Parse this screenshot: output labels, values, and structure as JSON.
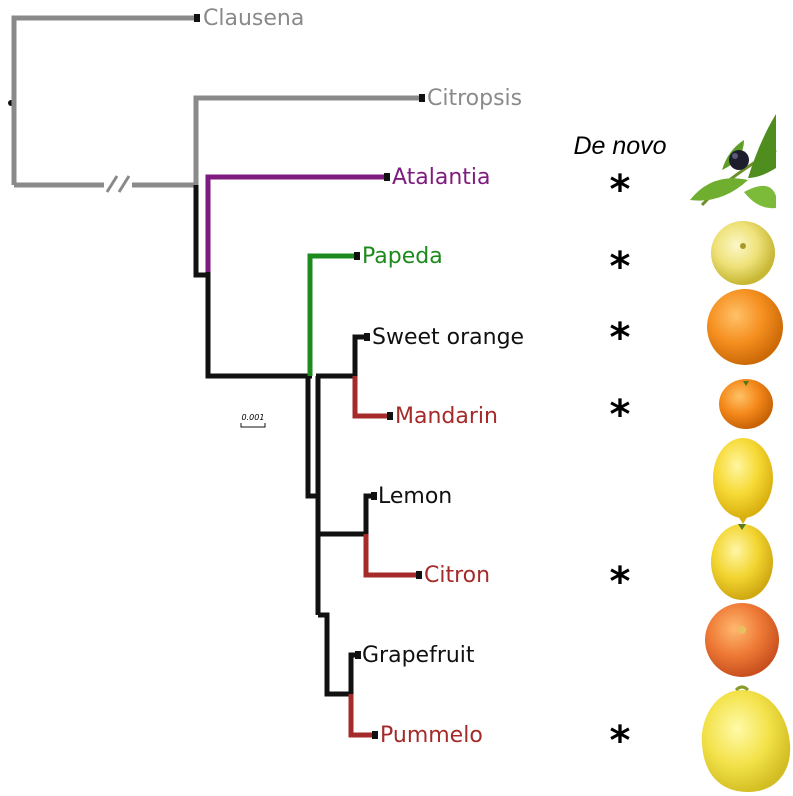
{
  "column_title": "De novo",
  "scale_label": "0.001",
  "colors": {
    "outgroup": "#8a8a8a",
    "atalantia": "#7e1b7e",
    "papeda": "#1c8a1c",
    "ingroup": "#111111",
    "progenitor": "#a52a2a",
    "marker": "#111111"
  },
  "taxa": [
    {
      "label": "Clausena",
      "color": "#8a8a8a",
      "de_novo": false,
      "image": "clausena-photo"
    },
    {
      "label": "Citropsis",
      "color": "#8a8a8a",
      "de_novo": false,
      "image": ""
    },
    {
      "label": "Atalantia",
      "color": "#7e1b7e",
      "de_novo": true,
      "image": "atalantia-photo"
    },
    {
      "label": "Papeda",
      "color": "#1c8a1c",
      "de_novo": true,
      "image": "papeda-photo"
    },
    {
      "label": "Sweet orange",
      "color": "#111111",
      "de_novo": true,
      "image": "sweet-orange-photo"
    },
    {
      "label": "Mandarin",
      "color": "#a52a2a",
      "de_novo": true,
      "image": "mandarin-photo"
    },
    {
      "label": "Lemon",
      "color": "#111111",
      "de_novo": false,
      "image": "lemon-photo"
    },
    {
      "label": "Citron",
      "color": "#a52a2a",
      "de_novo": true,
      "image": "citron-photo"
    },
    {
      "label": "Grapefruit",
      "color": "#111111",
      "de_novo": false,
      "image": "grapefruit-photo"
    },
    {
      "label": "Pummelo",
      "color": "#a52a2a",
      "de_novo": true,
      "image": "pummelo-photo"
    }
  ],
  "star_symbol": "*"
}
